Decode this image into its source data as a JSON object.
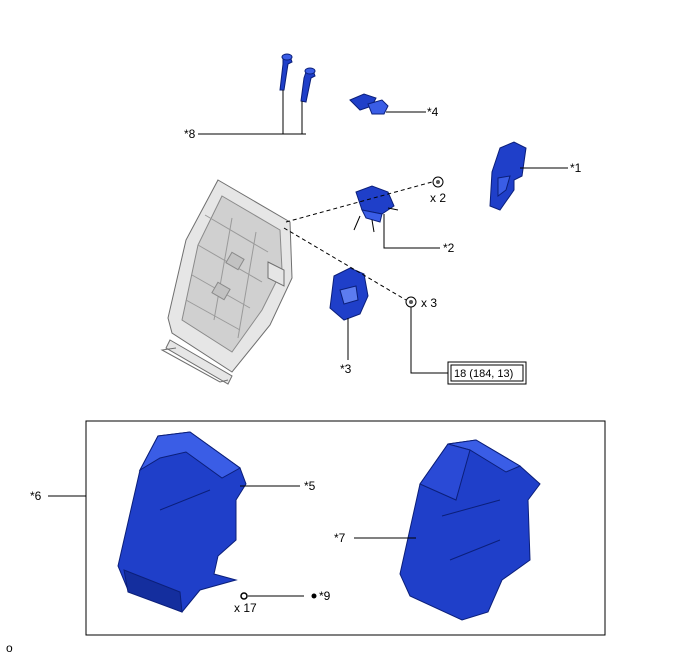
{
  "callouts": {
    "c1": "*1",
    "c2": "*2",
    "c3": "*3",
    "c4": "*4",
    "c5": "*5",
    "c6": "*6",
    "c7": "*7",
    "c8": "*8",
    "c9": "*9"
  },
  "quantities": {
    "q_screw": "x 2",
    "q_bolt": "x 3",
    "q_clip": "x 17"
  },
  "torque": "18 (184, 13)",
  "corner_mark": "o"
}
